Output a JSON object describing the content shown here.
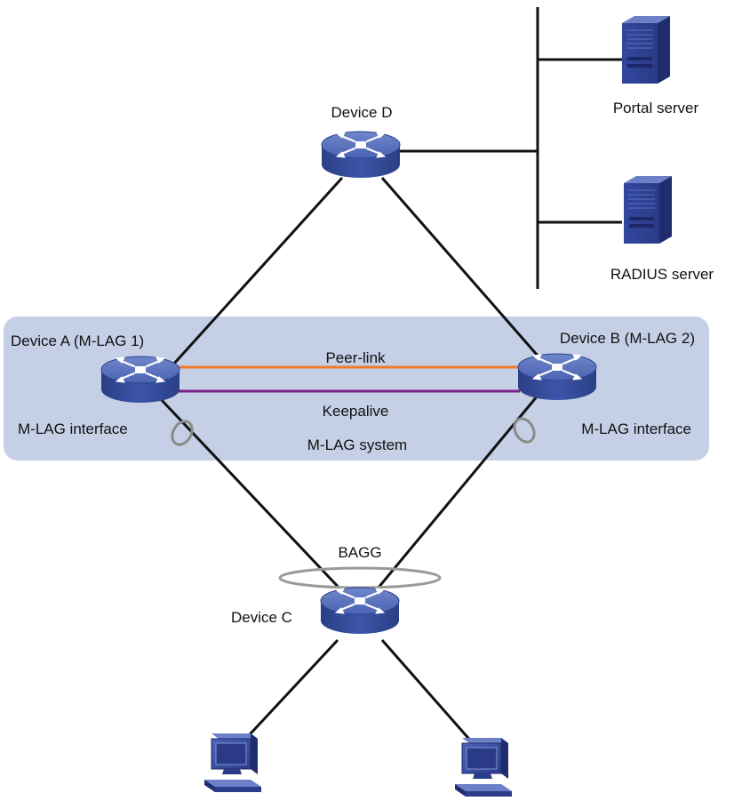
{
  "diagram": {
    "devices": {
      "device_d": "Device D",
      "device_a": "Device A (M-LAG 1)",
      "device_b": "Device B (M-LAG 2)",
      "device_c": "Device C"
    },
    "servers": {
      "portal": "Portal server",
      "radius": "RADIUS server"
    },
    "links": {
      "peer_link": "Peer-link",
      "keepalive": "Keepalive",
      "bagg": "BAGG"
    },
    "mlag": {
      "interface_left": "M-LAG interface",
      "interface_right": "M-LAG interface",
      "system": "M-LAG system"
    },
    "colors": {
      "system_fill": "#c5d0e6",
      "peer_link": "#f07a2a",
      "keepalive": "#7a1f86",
      "link": "#111111",
      "device": "#3d56a6"
    }
  }
}
